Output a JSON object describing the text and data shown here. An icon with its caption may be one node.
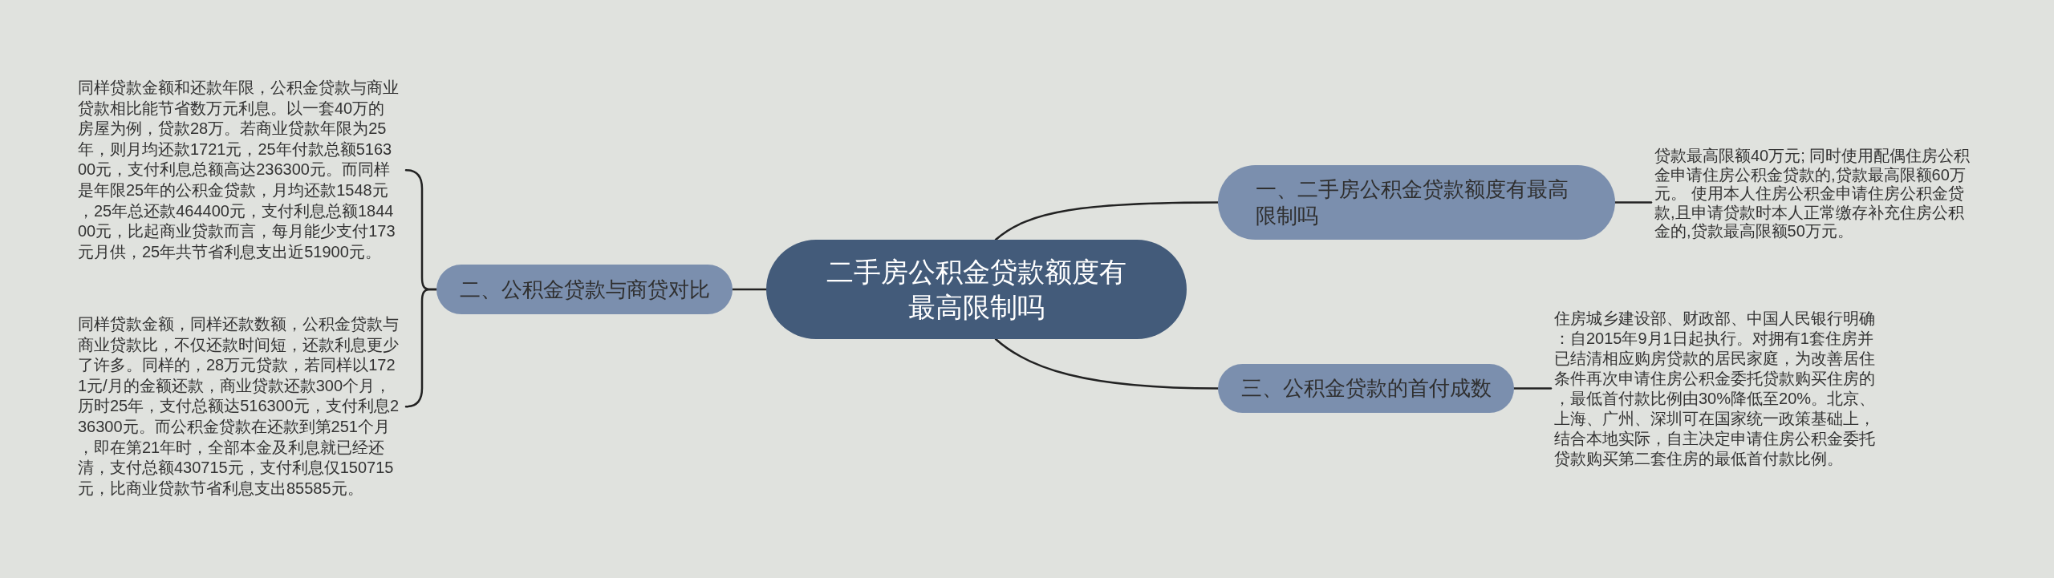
{
  "diagram": {
    "nodes": [
      {
        "text": [
          "二手房公积金贷款额度有最高限制吗"
        ]
      },
      {
        "text": [
          "一、二手房公积金贷款额度有最高限制吗"
        ]
      },
      {
        "text": [
          "贷款最高限额40万元; 同时使用配偶住房公积金申请住房公积金贷款的,贷款最高限额60万元。 使用本人住房公积金申请住房公积金贷款,且申请贷款时本人正常缴存补充住房公积金的,贷款最高限额50万元。"
        ]
      },
      {
        "text": [
          "二、公积金贷款与商贷对比"
        ]
      },
      {
        "text": [
          "同样贷款金额和还款年限，公积金贷款与商业贷款相比能节省数万元利息。以一套40万的房屋为例，贷款28万。若商业贷款年限为25年，则月均还款1721元，25年付款总额516300元，支付利息总额高达236300元。而同样是年限25年的公积金贷款，月均还款1548元，25年总还款464400元，支付利息总额184400元，比起商业贷款而言，每月能少支付173元月供，25年共节省利息支出近51900元。"
        ]
      },
      {
        "text": [
          "同样贷款金额，同样还款数额，公积金贷款与商业贷款比，不仅还款时间短，还款利息更少了许多。同样的，28万元贷款，若同样以1721元/月的金额还款，商业贷款还款300个月，历时25年，支付总额达516300元，支付利息236300元。而公积金贷款在还款到第251个月，即在第21年时，全部本金及利息就已经还清，支付总额430715元，支付利息仅150715元，比商业贷款节省利息支出85585元。"
        ]
      },
      {
        "text": [
          "三、公积金贷款的首付成数"
        ]
      },
      {
        "text": [
          "住房城乡建设部、财政部、中国人民银行明确：自2015年9月1日起执行。对拥有1套住房并已结清相应购房贷款的居民家庭，为改善居住条件再次申请住房公积金委托贷款购买住房的，最低首付款比例由30%降低至20%。北京、上海、广州、深圳可在国家统一政策基础上，结合本地实际，自主决定申请住房公积金委托贷款购买第二套住房的最低首付款比例。"
        ]
      }
    ],
    "edges": [
      {
        "from": 0,
        "to": 1,
        "arrow": "none"
      },
      {
        "from": 1,
        "to": 2,
        "arrow": "none"
      },
      {
        "from": 0,
        "to": 3,
        "arrow": "none"
      },
      {
        "from": 3,
        "to": 4,
        "arrow": "none"
      },
      {
        "from": 3,
        "to": 5,
        "arrow": "none"
      },
      {
        "from": 0,
        "to": 6,
        "arrow": "none"
      },
      {
        "from": 6,
        "to": 7,
        "arrow": "none"
      }
    ]
  }
}
